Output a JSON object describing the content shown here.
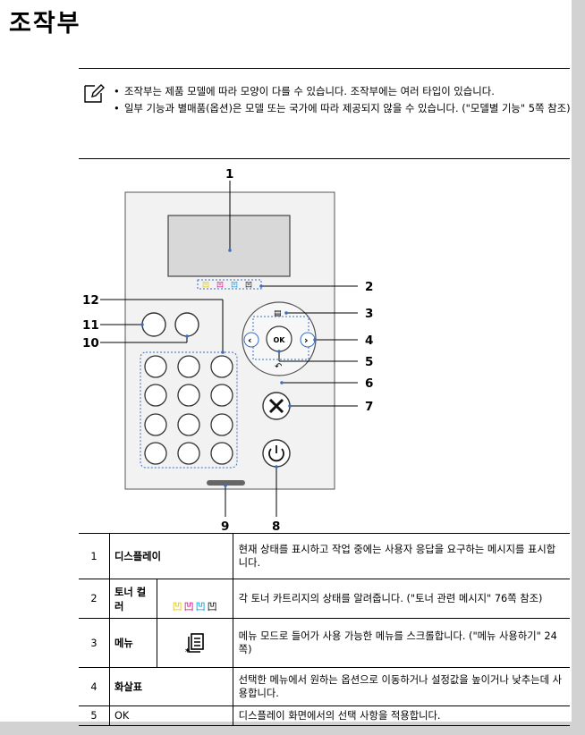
{
  "page_title": "조작부",
  "notes": [
    "조작부는 제품 모델에 따라 모양이 다를 수 있습니다. 조작부에는 여러 타입이 있습니다.",
    "일부 기능과 별매품(옵션)은 모델 또는 국가에 따라 제공되지 않을 수 있습니다. (\"모델별 기능\" 5쪽 참조)"
  ],
  "diagram": {
    "ok_label": "OK",
    "callouts": [
      "1",
      "2",
      "3",
      "4",
      "5",
      "6",
      "7",
      "8",
      "9",
      "10",
      "11",
      "12"
    ]
  },
  "colors": {
    "yellow": "#e3c400",
    "magenta": "#d6007e",
    "cyan": "#0096d6",
    "black": "#000000",
    "callout_dot": "#3a6fc4"
  },
  "table": {
    "rows": [
      {
        "num": "1",
        "name": "디스플레이",
        "icon": "",
        "desc": "현재 상태를 표시하고 작업 중에는 사용자 응답을 요구하는 메시지를 표시합니다."
      },
      {
        "num": "2",
        "name": "토너 컬러",
        "icon": "toner-color-icons",
        "desc": "각 토너 카트리지의 상태를 알려줍니다. (\"토너 관련 메시지\" 76쪽 참조)"
      },
      {
        "num": "3",
        "name": "메뉴",
        "icon": "menu-icon",
        "desc": "메뉴 모드로 들어가 사용 가능한 메뉴를 스크롤합니다. (\"메뉴 사용하기\" 24쪽)"
      },
      {
        "num": "4",
        "name": "화살표",
        "icon": "",
        "desc": "선택한 메뉴에서 원하는 옵션으로 이동하거나 설정값을 높이거나 낮추는데 사용합니다."
      },
      {
        "num": "5",
        "name": "OK",
        "icon": "",
        "desc": "디스플레이 화면에서의 선택 사항을 적용합니다."
      }
    ]
  }
}
